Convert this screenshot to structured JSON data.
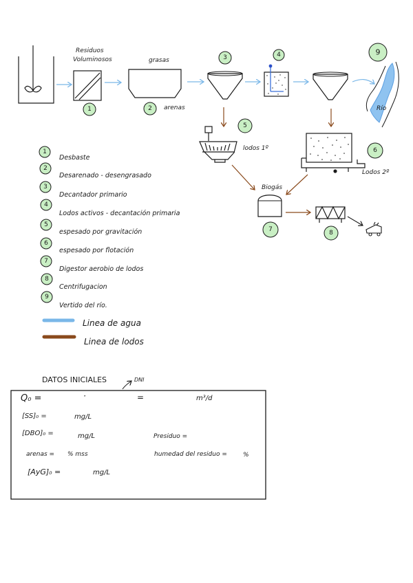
{
  "colors": {
    "circle_fill": "#c9efc4",
    "water_line": "#7ab7e8",
    "sludge_line": "#8a4a1c",
    "river": "#8fc3f0",
    "ink": "#1a1a1a"
  },
  "process_labels": {
    "residuos": "Residuos",
    "voluminosos": "Voluminosos",
    "grasas": "grasas",
    "arenas": "arenas",
    "lodos1": "lodos 1º",
    "lodos2": "Lodos 2º",
    "biogas": "Biogás",
    "rio": "Río"
  },
  "stage_numbers": {
    "s1": "1",
    "s2": "2",
    "s3": "3",
    "s4": "4",
    "s5": "5",
    "s6": "6",
    "s7": "7",
    "s8": "8",
    "s9": "9"
  },
  "legend": {
    "items": [
      {
        "num": "1",
        "text": "Desbaste"
      },
      {
        "num": "2",
        "text": "Desarenado - desengrasado"
      },
      {
        "num": "3",
        "text": "Decantador primario"
      },
      {
        "num": "4",
        "text": "Lodos activos - decantación primaria"
      },
      {
        "num": "5",
        "text": "espesado por gravitación"
      },
      {
        "num": "6",
        "text": "espesado por flotación"
      },
      {
        "num": "7",
        "text": "Digestor aerobio de lodos"
      },
      {
        "num": "8",
        "text": "Centrifugacion"
      },
      {
        "num": "9",
        "text": "Vertido del río."
      }
    ],
    "water_line": "Linea de agua",
    "sludge_line": "Linea de lodos"
  },
  "datos": {
    "title": "DATOS INICIALES",
    "dni": "DNI",
    "q0": "Q₀ =",
    "dot": "·",
    "equals": "=",
    "q0_unit": "m³/d",
    "ss": "[SS]₀ =",
    "ss_unit": "mg/L",
    "dbo": "[DBO]₀ =",
    "dbo_unit": "mg/L",
    "presiduo": "Presiduo =",
    "arenas": "arenas =",
    "arenas_unit": "% mss",
    "humedad": "humedad del residuo =",
    "humedad_unit": "%",
    "ayg": "[AyG]₀ =",
    "ayg_unit": "mg/L"
  }
}
